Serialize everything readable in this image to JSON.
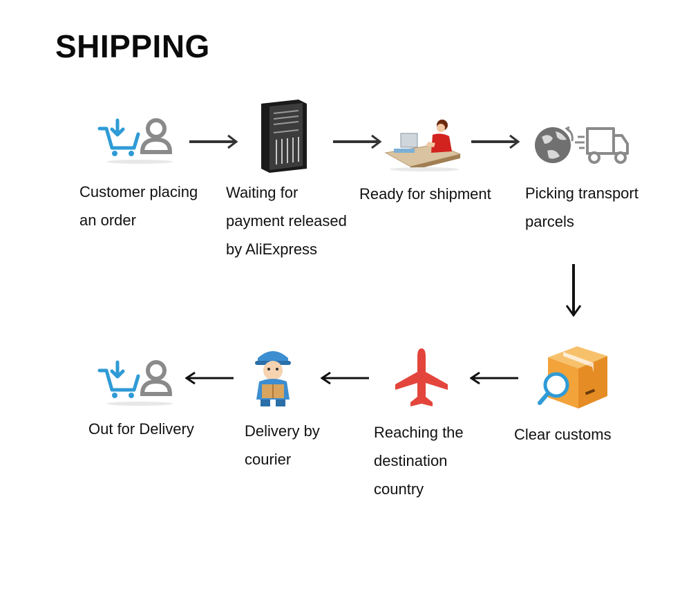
{
  "title": "SHIPPING",
  "colors": {
    "accent_blue": "#2f9bd6",
    "plane_red": "#e3453c",
    "box_orange": "#f2a33a",
    "gray": "#7a7a7a",
    "text": "#111111"
  },
  "steps": [
    {
      "icon": "cart-user-icon",
      "lines": [
        "Customer placing",
        "an order"
      ]
    },
    {
      "icon": "server-icon",
      "lines": [
        "Waiting for",
        "payment released",
        "by AliExpress"
      ]
    },
    {
      "icon": "operator-desk-icon",
      "lines": [
        "Ready for shipment"
      ]
    },
    {
      "icon": "globe-truck-icon",
      "lines": [
        "Picking transport",
        "parcels"
      ]
    },
    {
      "icon": "box-search-icon",
      "lines": [
        "Clear customs"
      ]
    },
    {
      "icon": "airplane-icon",
      "lines": [
        "Reaching the",
        "destination",
        "country"
      ]
    },
    {
      "icon": "courier-icon",
      "lines": [
        "Delivery by",
        "courier"
      ]
    },
    {
      "icon": "cart-user-icon",
      "lines": [
        "Out for Delivery"
      ]
    }
  ]
}
